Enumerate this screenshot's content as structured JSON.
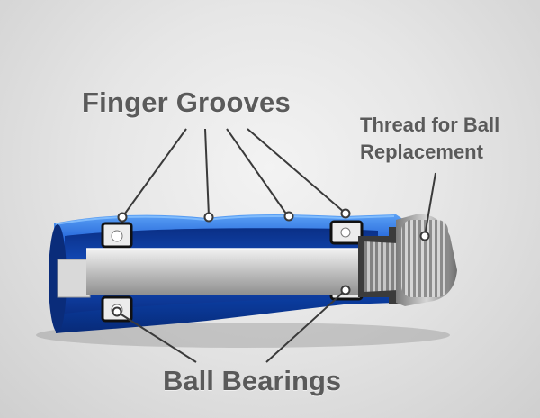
{
  "labels": {
    "finger_grooves": "Finger Grooves",
    "thread_line1": "Thread for Ball",
    "thread_line2": "Replacement",
    "ball_bearings": "Ball Bearings"
  },
  "colors": {
    "background": "#e6e6e6",
    "label_text": "#5a5a5a",
    "handle_blue": "#1d5ed6",
    "inner_blue": "#0d3fa8",
    "shaft_silver": "#c9c9c9",
    "bearing_white": "#f2f2f2",
    "leader_line": "#3a3a3a"
  }
}
